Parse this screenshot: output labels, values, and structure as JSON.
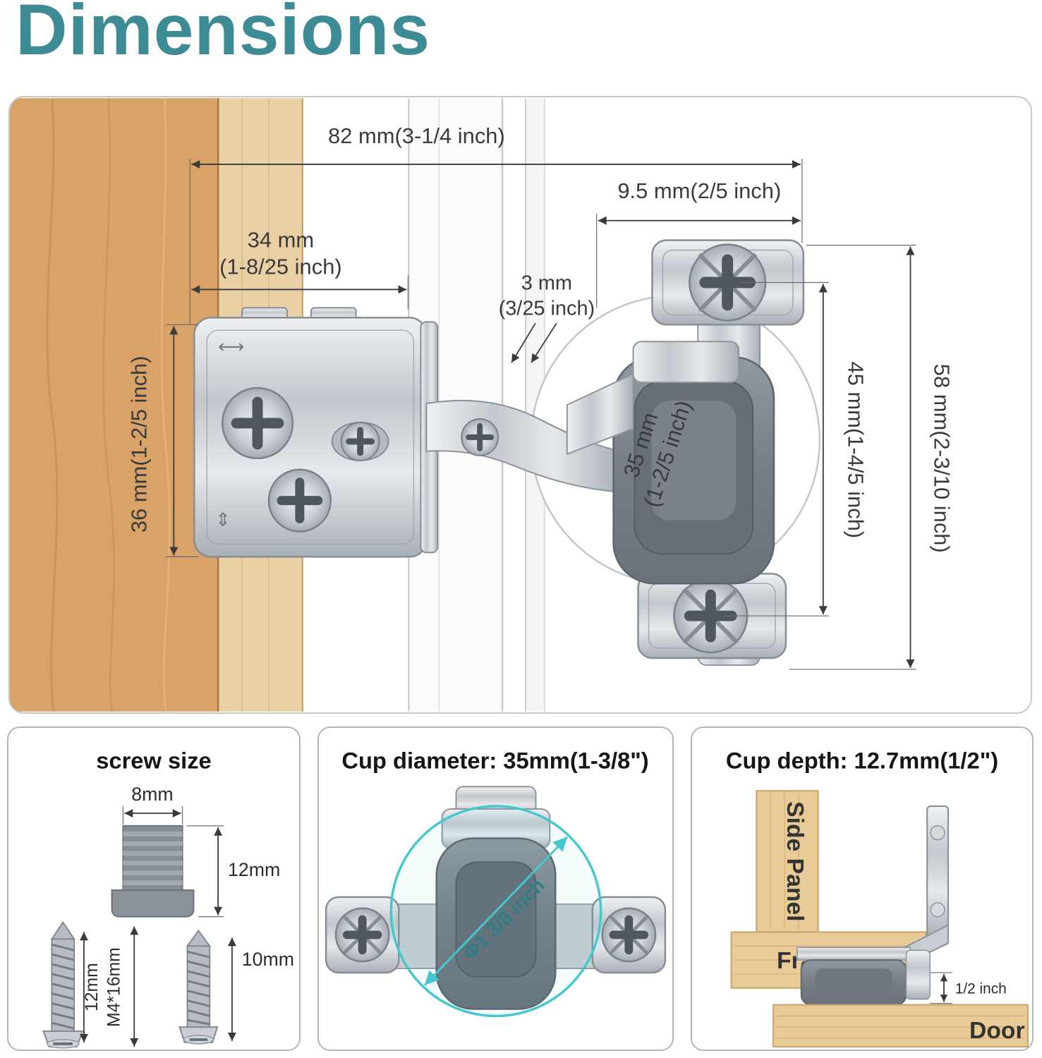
{
  "title": "Dimensions",
  "colors": {
    "accent_teal": "#3d8b94",
    "circle_teal": "#45c8cd",
    "wood_face": "#d8a269",
    "wood_edge": "#ead0a5",
    "panel_wood": "#e9cb97",
    "dim_text": "#3a3a3a"
  },
  "main_diagram": {
    "dims": {
      "total_width": "82 mm(3-1/4 inch)",
      "overlay": "9.5 mm(2/5 inch)",
      "plate_width_l1": "34 mm",
      "plate_width_l2": "(1-8/25 inch)",
      "gap_l1": "3 mm",
      "gap_l2": "(3/25 inch)",
      "plate_height": "36 mm(1-2/5 inch)",
      "cup_l1": "35 mm",
      "cup_l2": "(1-2/5 inch)",
      "screw_span": "45 mm(1-4/5 inch)",
      "total_height": "58 mm(2-3/10 inch)"
    },
    "hinge_icons": {
      "h_adjust": "⟷",
      "v_adjust": "⇕"
    }
  },
  "screw_panel": {
    "title": "screw size",
    "cam_width": "8mm",
    "cam_height": "12mm",
    "screw_length": "12mm",
    "screw_spec": "M4*16mm",
    "small_screw_length": "10mm"
  },
  "cup_diameter_panel": {
    "title": "Cup diameter: 35mm(1-3/8\")",
    "diameter_label": "Φ1 3/8 inch"
  },
  "cup_depth_panel": {
    "title": "Cup depth: 12.7mm(1/2\")",
    "side_panel_label": "Side Panel",
    "frame_label": "Frame",
    "door_label": "Door",
    "depth_label": "1/2 inch"
  }
}
